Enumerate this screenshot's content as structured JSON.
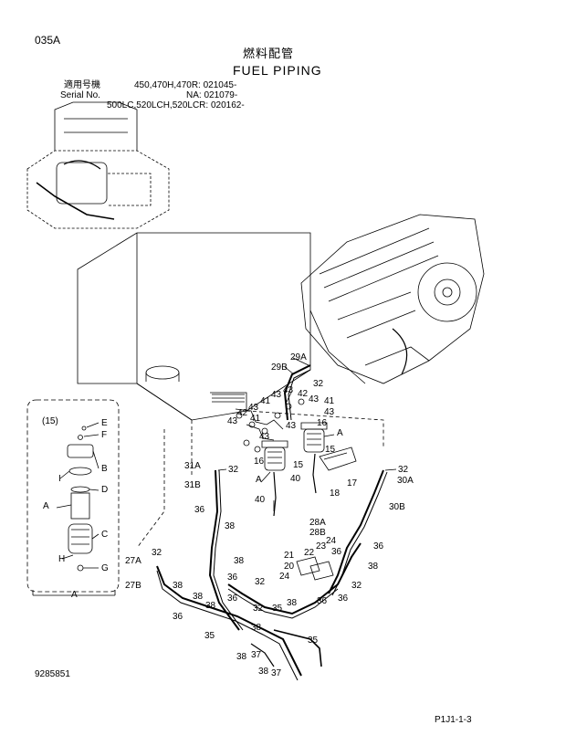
{
  "header": {
    "code": "035A",
    "title_jp": "燃料配管",
    "title_en": "FUEL PIPING",
    "applicable_label_jp": "適用号機",
    "serial_label": "Serial No.",
    "serial_rows": [
      "450,470H,470R: 021045-",
      "NA: 021079-",
      "500LC,520LCH,520LCR: 020162-"
    ]
  },
  "inset": {
    "group_label": "(15)",
    "parts": [
      "E",
      "F",
      "B",
      "I",
      "D",
      "A",
      "C",
      "H",
      "G"
    ],
    "caption": "A"
  },
  "callouts": [
    "29A",
    "29B",
    "32",
    "43",
    "42",
    "43",
    "41",
    "43",
    "41",
    "43",
    "42",
    "43",
    "41",
    "43",
    "16",
    "43",
    "43",
    "15",
    "A",
    "16",
    "40",
    "15",
    "A",
    "17",
    "18",
    "40",
    "32",
    "30A",
    "30B",
    "31A",
    "32",
    "31B",
    "36",
    "38",
    "28A",
    "28B",
    "24",
    "36",
    "22",
    "23",
    "21",
    "20",
    "24",
    "36",
    "38",
    "32",
    "38",
    "36",
    "32",
    "27A",
    "27B",
    "38",
    "36",
    "38",
    "36",
    "32",
    "36",
    "38",
    "32",
    "38",
    "35",
    "35",
    "35",
    "38",
    "37",
    "38",
    "37",
    "38",
    "36"
  ],
  "footer": {
    "drawing_no": "9285851",
    "page_ref": "P1J1-1-3"
  }
}
